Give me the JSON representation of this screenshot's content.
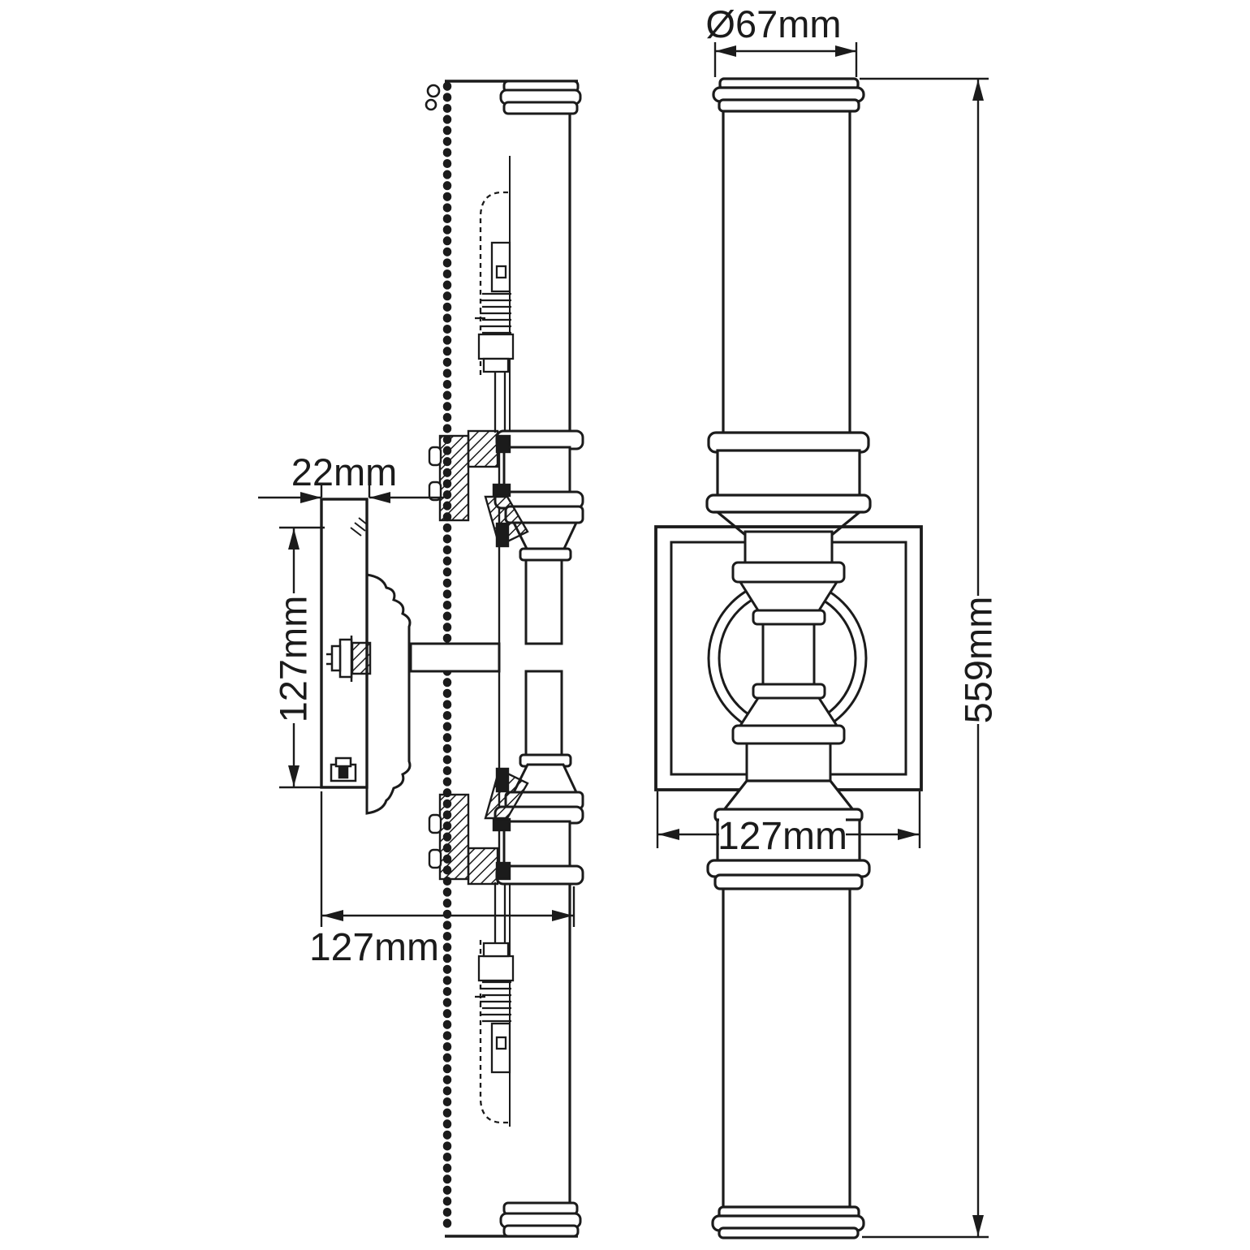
{
  "drawing": {
    "line_color": "#1b1b1b",
    "background": "#ffffff",
    "labels": {
      "top_diameter": "Ø67mm",
      "overall_height": "559mm",
      "plate_depth": "22mm",
      "plate_height": "127mm",
      "fixture_projection": "127mm",
      "plate_width": "127mm"
    }
  }
}
